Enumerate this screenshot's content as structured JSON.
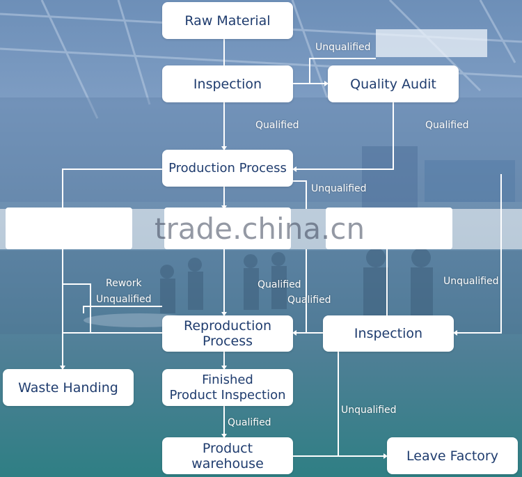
{
  "diagram": {
    "nodes": {
      "raw_material": "Raw Material",
      "inspection_top": "Inspection",
      "quality_audit": "Quality Audit",
      "production_process": "Production Process",
      "reproduction_process": "Reproduction\nProcess",
      "inspection_right": "Inspection",
      "waste_handing": "Waste Handing",
      "finished_inspection": "Finished\nProduct Inspection",
      "product_warehouse": "Product\nwarehouse",
      "leave_factory": "Leave Factory"
    },
    "edge_labels": {
      "unqualified_audit": "Unqualified",
      "qualified_main": "Qualified",
      "qualified_audit": "Qualified",
      "unqualified_prod": "Unqualified",
      "rework": "Rework",
      "unqualified_waste": "Unqualified",
      "qualified_reproduction": "Qualified",
      "qualified_right": "Qualified",
      "unqualified_right": "Unqualified",
      "qualified_finished": "Qualified",
      "unqualified_leave": "Unqualified"
    },
    "watermark": "trade.china.cn"
  },
  "colors": {
    "node_fill": "#ffffff",
    "node_text": "#1f3c6e",
    "connector": "#ffffff"
  }
}
